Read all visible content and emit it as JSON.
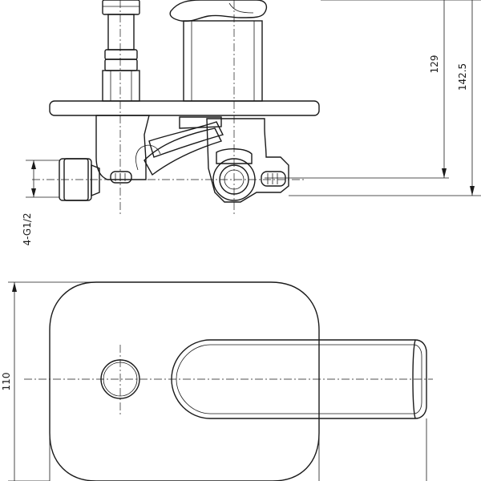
{
  "dimensions": {
    "height_to_centre": "129",
    "overall_height": "142.5",
    "thread_spec": "4-G1/2",
    "plate_height": "110"
  },
  "colors": {
    "line": "#1a1a1a",
    "background": "#ffffff"
  }
}
